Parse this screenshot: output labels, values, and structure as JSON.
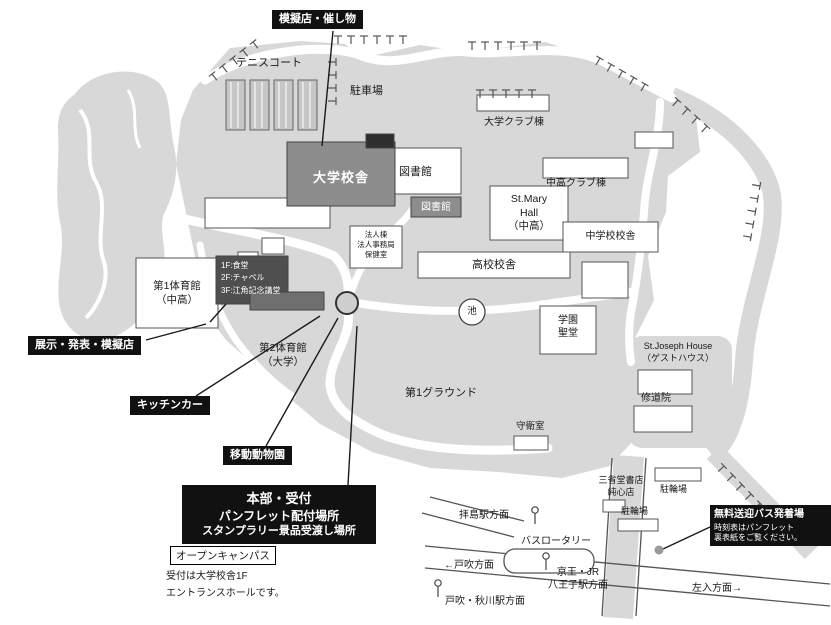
{
  "colors": {
    "campus_gray": "#d8d8d8",
    "building_dark": "#8d8d8d",
    "label_black": "#111111",
    "road_white": "#ffffff"
  },
  "map": {
    "areas": {
      "tennis_court": "テニスコート",
      "parking": "駐車場",
      "ground1": "第1グラウンド",
      "pond": "池"
    },
    "buildings": {
      "univ_club": "大学クラブ棟",
      "univ_main": "大学校舎",
      "library_upper": "図書館",
      "library_lower": "図書館",
      "jr_sr_club": "中高クラブ棟",
      "st_mary": [
        "St.Mary",
        "Hall",
        "（中高）"
      ],
      "jr_high": "中学校校舎",
      "high_school": "高校校舎",
      "corporate": [
        "法人棟",
        "法人事務局",
        "保健室"
      ],
      "gym1": [
        "第1体育館",
        "（中高）"
      ],
      "gym2": [
        "第2体育館",
        "（大学）"
      ],
      "cathedral": [
        "学園",
        "聖堂"
      ],
      "st_joseph": [
        "St.Joseph House",
        "（ゲストハウス）"
      ],
      "monastery": "修道院",
      "guard_room": "守衛室",
      "bookstore": [
        "三省堂書店",
        "純心店"
      ],
      "bicycle1": "駐輪場",
      "bicycle2": "駐輪場"
    }
  },
  "callouts": {
    "mock_shops": "模擬店・催し物",
    "exhibition": "展示・発表・模擬店",
    "kitchen_car": "キッチンカー",
    "mobile_zoo": "移動動物園",
    "hq": [
      "本部・受付",
      "パンフレット配付場所",
      "スタンプラリー景品受渡し場所"
    ],
    "floors": [
      "1F:食堂",
      "2F:チャペル",
      "3F:江角記念講堂"
    ],
    "shuttle": {
      "title": "無料送迎バス発着場",
      "note": [
        "時刻表はパンフレット",
        "裏表紙をご覧ください。"
      ]
    }
  },
  "notes": {
    "open_campus_badge": "オープンキャンパス",
    "reception": [
      "受付は大学校舎1F",
      "エントランスホールです。"
    ]
  },
  "directions": {
    "haijima": "拝島駅方面",
    "bus_rotary": "バスロータリー",
    "tobuki": "←戸吹方面",
    "tobuki_akigawa": "戸吹・秋川駅方面",
    "keio_jr": [
      "京王・JR",
      "八王子駅方面"
    ],
    "sanyu": "左入方面→"
  }
}
